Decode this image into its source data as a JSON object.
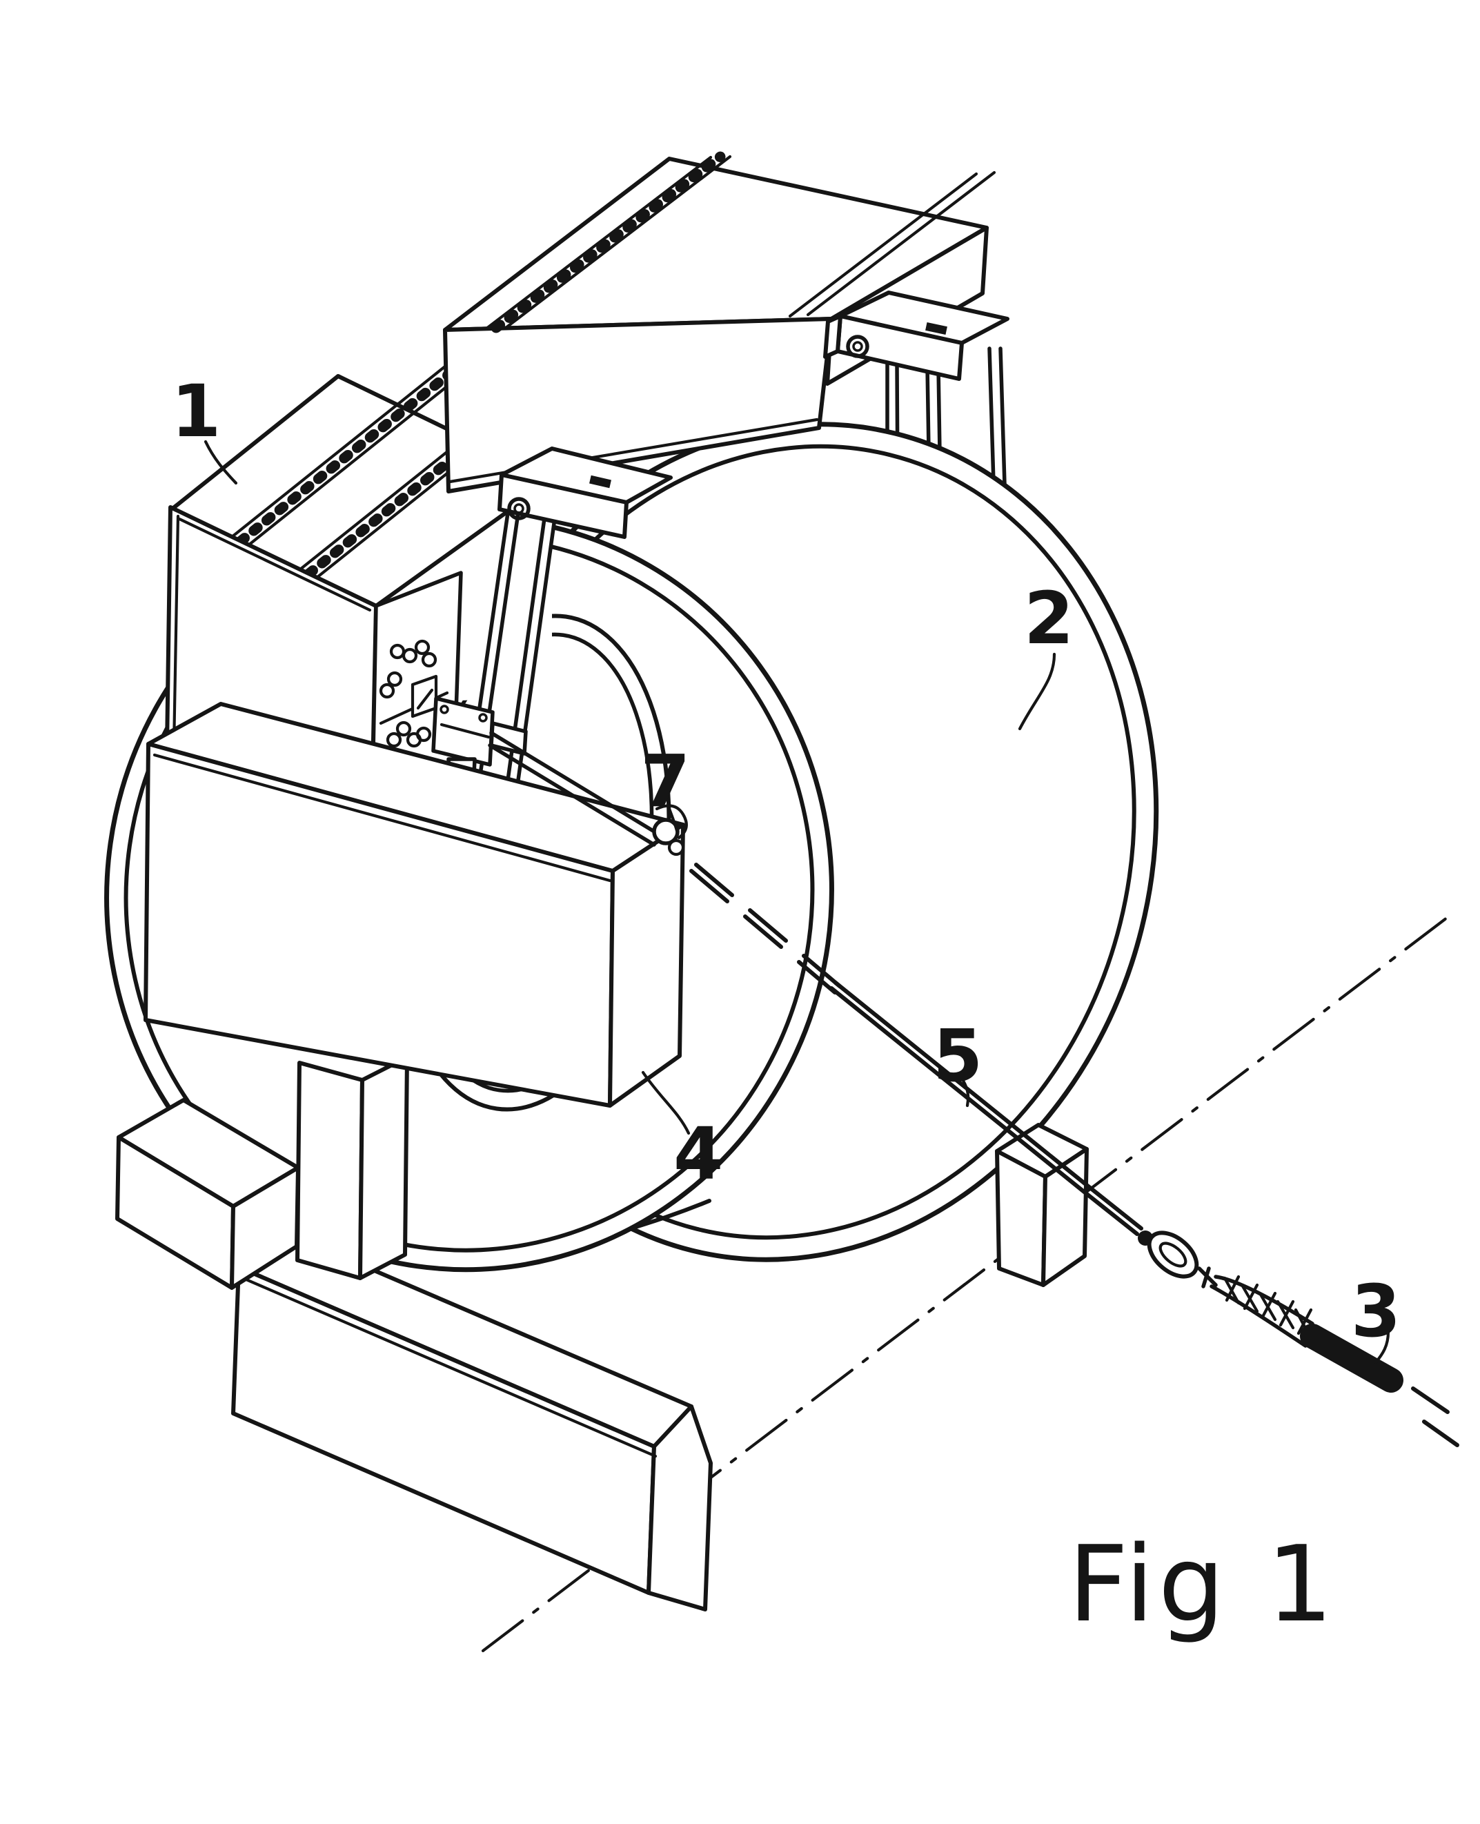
{
  "colors": {
    "ink": "#151515",
    "paper": "#ffffff"
  },
  "figure": {
    "caption": "Fig 1",
    "kind": "patent line drawing",
    "subject": "cable reeling machine with control cabinet, cable reel, traverse guide and cable pulling grip",
    "labels": [
      {
        "text": "1",
        "part": "control-cabinet"
      },
      {
        "text": "2",
        "part": "cable-reel-flange"
      },
      {
        "text": "3",
        "part": "cable-pulling-grip"
      },
      {
        "text": "4",
        "part": "reel-hub-opening"
      },
      {
        "text": "5",
        "part": "cable"
      },
      {
        "text": "7",
        "part": "cable-guide-eyelet"
      }
    ]
  }
}
